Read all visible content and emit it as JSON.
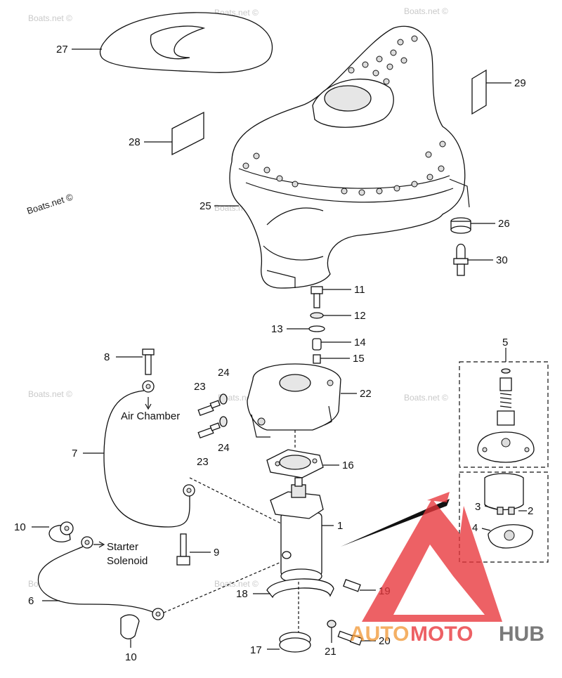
{
  "watermarks": [
    "Boats.net ©",
    "Boats.net ©",
    "Boats.net ©",
    "Boats.net ©",
    "Boats.net ©",
    "Boats.net ©",
    "Boats.net ©",
    "Boats.net ©",
    "Boats.net ©",
    "Boats.net ©"
  ],
  "callouts": {
    "c27": "27",
    "c28": "28",
    "c29": "29",
    "c25": "25",
    "c26": "26",
    "c30": "30",
    "c11": "11",
    "c12": "12",
    "c13": "13",
    "c14": "14",
    "c15": "15",
    "c8": "8",
    "c24a": "24",
    "c23a": "23",
    "c22": "22",
    "c24b": "24",
    "c23b": "23",
    "c7": "7",
    "c16": "16",
    "c1": "1",
    "c10a": "10",
    "c9": "9",
    "c6": "6",
    "c18": "18",
    "c19": "19",
    "c17": "17",
    "c21": "21",
    "c20": "20",
    "c10b": "10",
    "c5": "5",
    "c3": "3",
    "c2": "2",
    "c4": "4"
  },
  "notes": {
    "air_chamber": "Air Chamber",
    "starter": "Starter",
    "solenoid": "Solenoid"
  },
  "logo": {
    "auto": "AUTO",
    "moto": "MOTO",
    "hub": "HUB",
    "color_red": "#e8353a",
    "color_orange": "#f29a3a",
    "color_dark": "#555555"
  }
}
